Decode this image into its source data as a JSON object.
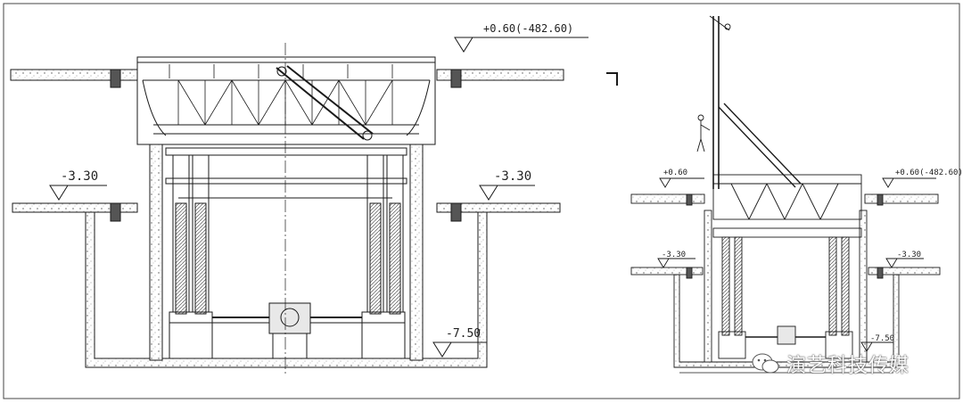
{
  "left_view": {
    "top_elevation": "+0.60(-482.60)",
    "upper_elevation": "-3.30",
    "upper_elevation_right": "-3.30",
    "pit_elevation": "-7.50"
  },
  "right_view": {
    "top_elevation_left": "+0.60",
    "top_elevation_right": "+0.60(-482.60)",
    "upper_elevation_left": "-3.30",
    "upper_elevation_right": "-3.30",
    "pit_elevation": "-7.50"
  },
  "watermark": {
    "text": "演艺科技传媒",
    "icon": "wechat-icon"
  },
  "colors": {
    "line": "#1a1a1a",
    "frame": "#444444",
    "background": "#ffffff"
  }
}
